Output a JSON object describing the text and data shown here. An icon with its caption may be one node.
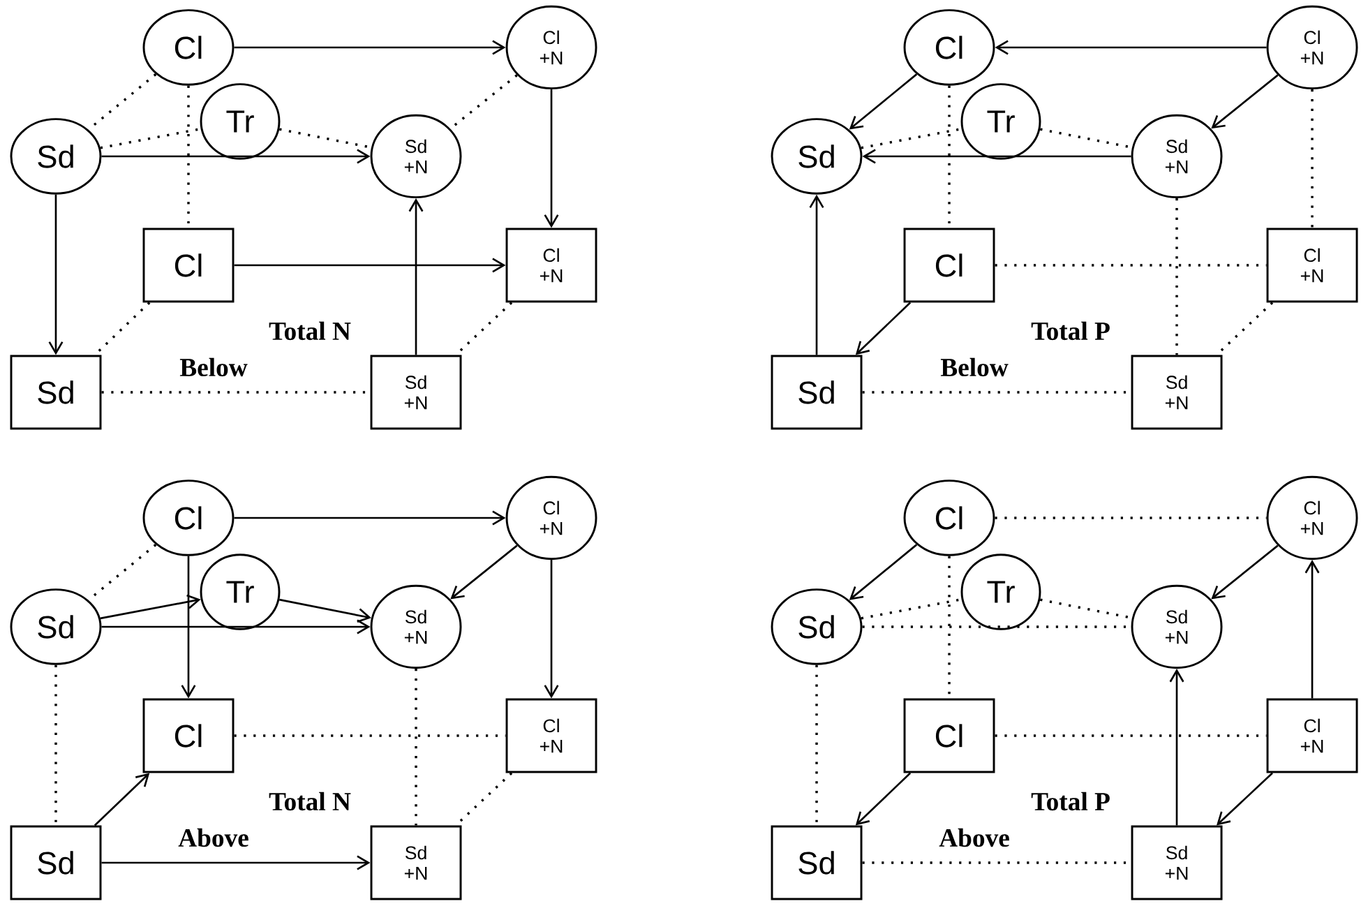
{
  "diagram": {
    "nodes": [
      {
        "text": [
          "Cl"
        ]
      },
      {
        "text": [
          "Cl +N"
        ]
      },
      {
        "text": [
          "Tr"
        ]
      },
      {
        "text": [
          "Sd"
        ]
      },
      {
        "text": [
          "Sd +N"
        ]
      },
      {
        "text": [
          "Cl"
        ]
      },
      {
        "text": [
          "Cl +N"
        ]
      },
      {
        "text": [
          "Sd"
        ]
      },
      {
        "text": [
          "Sd +N"
        ]
      },
      {
        "text": [
          "Cl"
        ]
      },
      {
        "text": [
          "Cl +N"
        ]
      },
      {
        "text": [
          "Tr"
        ]
      },
      {
        "text": [
          "Sd"
        ]
      },
      {
        "text": [
          "Sd +N"
        ]
      },
      {
        "text": [
          "Cl"
        ]
      },
      {
        "text": [
          "Cl +N"
        ]
      },
      {
        "text": [
          "Sd"
        ]
      },
      {
        "text": [
          "Sd +N"
        ]
      },
      {
        "text": [
          "Cl"
        ]
      },
      {
        "text": [
          "Cl +N"
        ]
      },
      {
        "text": [
          "Tr"
        ]
      },
      {
        "text": [
          "Sd"
        ]
      },
      {
        "text": [
          "Sd +N"
        ]
      },
      {
        "text": [
          "Cl"
        ]
      },
      {
        "text": [
          "Cl +N"
        ]
      },
      {
        "text": [
          "Sd"
        ]
      },
      {
        "text": [
          "Sd +N"
        ]
      },
      {
        "text": [
          "Cl"
        ]
      },
      {
        "text": [
          "Cl +N"
        ]
      },
      {
        "text": [
          "Tr"
        ]
      },
      {
        "text": [
          "Sd"
        ]
      },
      {
        "text": [
          "Sd +N"
        ]
      },
      {
        "text": [
          "Cl"
        ]
      },
      {
        "text": [
          "Cl +N"
        ]
      },
      {
        "text": [
          "Sd"
        ]
      },
      {
        "text": [
          "Sd +N"
        ]
      }
    ],
    "edges": [
      {
        "from": 0,
        "to": 1,
        "arrow": "to"
      },
      {
        "from": 3,
        "to": 4,
        "arrow": "to"
      },
      {
        "from": 3,
        "to": 7,
        "arrow": "to"
      },
      {
        "from": 5,
        "to": 6,
        "arrow": "to"
      },
      {
        "from": 1,
        "to": 6,
        "arrow": "to"
      },
      {
        "from": 8,
        "to": 4,
        "arrow": "to"
      },
      {
        "from": 0,
        "to": 3,
        "arrow": "none",
        "style": "dashed"
      },
      {
        "from": 3,
        "to": 2,
        "arrow": "none",
        "style": "dashed"
      },
      {
        "from": 2,
        "to": 4,
        "arrow": "none",
        "style": "dashed"
      },
      {
        "from": 1,
        "to": 4,
        "arrow": "none",
        "style": "dashed"
      },
      {
        "from": 0,
        "to": 5,
        "arrow": "none",
        "style": "dashed"
      },
      {
        "from": 5,
        "to": 7,
        "arrow": "none",
        "style": "dashed"
      },
      {
        "from": 7,
        "to": 8,
        "arrow": "none",
        "style": "dashed"
      },
      {
        "from": 6,
        "to": 8,
        "arrow": "none",
        "style": "dashed"
      },
      {
        "from": 10,
        "to": 9,
        "arrow": "to"
      },
      {
        "from": 9,
        "to": 12,
        "arrow": "to"
      },
      {
        "from": 10,
        "to": 13,
        "arrow": "to"
      },
      {
        "from": 13,
        "to": 12,
        "arrow": "to"
      },
      {
        "from": 16,
        "to": 12,
        "arrow": "to"
      },
      {
        "from": 14,
        "to": 16,
        "arrow": "to"
      },
      {
        "from": 12,
        "to": 11,
        "arrow": "none",
        "style": "dashed"
      },
      {
        "from": 11,
        "to": 13,
        "arrow": "none",
        "style": "dashed"
      },
      {
        "from": 9,
        "to": 14,
        "arrow": "none",
        "style": "dashed"
      },
      {
        "from": 10,
        "to": 15,
        "arrow": "none",
        "style": "dashed"
      },
      {
        "from": 13,
        "to": 17,
        "arrow": "none",
        "style": "dashed"
      },
      {
        "from": 14,
        "to": 15,
        "arrow": "none",
        "style": "dashed"
      },
      {
        "from": 16,
        "to": 17,
        "arrow": "none",
        "style": "dashed"
      },
      {
        "from": 15,
        "to": 17,
        "arrow": "none",
        "style": "dashed"
      },
      {
        "from": 18,
        "to": 19,
        "arrow": "to"
      },
      {
        "from": 21,
        "to": 20,
        "arrow": "to"
      },
      {
        "from": 20,
        "to": 22,
        "arrow": "to"
      },
      {
        "from": 21,
        "to": 22,
        "arrow": "to"
      },
      {
        "from": 19,
        "to": 22,
        "arrow": "to"
      },
      {
        "from": 18,
        "to": 23,
        "arrow": "to"
      },
      {
        "from": 19,
        "to": 24,
        "arrow": "to"
      },
      {
        "from": 25,
        "to": 23,
        "arrow": "to"
      },
      {
        "from": 25,
        "to": 26,
        "arrow": "to"
      },
      {
        "from": 18,
        "to": 21,
        "arrow": "none",
        "style": "dashed"
      },
      {
        "from": 21,
        "to": 25,
        "arrow": "none",
        "style": "dashed"
      },
      {
        "from": 22,
        "to": 26,
        "arrow": "none",
        "style": "dashed"
      },
      {
        "from": 23,
        "to": 24,
        "arrow": "none",
        "style": "dashed"
      },
      {
        "from": 24,
        "to": 26,
        "arrow": "none",
        "style": "dashed"
      },
      {
        "from": 27,
        "to": 30,
        "arrow": "to"
      },
      {
        "from": 28,
        "to": 31,
        "arrow": "to"
      },
      {
        "from": 33,
        "to": 28,
        "arrow": "to"
      },
      {
        "from": 35,
        "to": 31,
        "arrow": "to"
      },
      {
        "from": 33,
        "to": 35,
        "arrow": "to"
      },
      {
        "from": 32,
        "to": 34,
        "arrow": "to"
      },
      {
        "from": 27,
        "to": 28,
        "arrow": "none",
        "style": "dashed"
      },
      {
        "from": 30,
        "to": 29,
        "arrow": "none",
        "style": "dashed"
      },
      {
        "from": 29,
        "to": 31,
        "arrow": "none",
        "style": "dashed"
      },
      {
        "from": 30,
        "to": 31,
        "arrow": "none",
        "style": "dashed"
      },
      {
        "from": 27,
        "to": 32,
        "arrow": "none",
        "style": "dashed"
      },
      {
        "from": 30,
        "to": 34,
        "arrow": "none",
        "style": "dashed"
      },
      {
        "from": 32,
        "to": 33,
        "arrow": "none",
        "style": "dashed"
      },
      {
        "from": 34,
        "to": 35,
        "arrow": "none",
        "style": "dashed"
      }
    ],
    "labels": [
      "Total N",
      "Below",
      "Total P",
      "Below",
      "Total N",
      "Above",
      "Total P",
      "Above"
    ]
  }
}
